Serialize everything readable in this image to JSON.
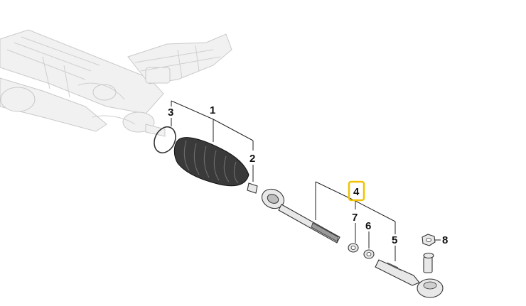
{
  "diagram": {
    "callouts": [
      {
        "id": "1",
        "label": "1"
      },
      {
        "id": "2",
        "label": "2"
      },
      {
        "id": "3",
        "label": "3"
      },
      {
        "id": "4",
        "label": "4",
        "highlight_color": "#f2c200"
      },
      {
        "id": "5",
        "label": "5"
      },
      {
        "id": "6",
        "label": "6"
      },
      {
        "id": "7",
        "label": "7"
      },
      {
        "id": "8",
        "label": "8"
      }
    ]
  }
}
